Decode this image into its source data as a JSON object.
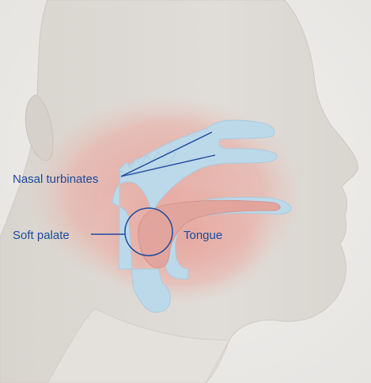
{
  "labels": {
    "nasal_turbinates": "Nasal turbinates",
    "soft_palate": "Soft palate",
    "tongue": "Tongue"
  },
  "colors": {
    "label_text": "#1a4a9c",
    "airway": "#bcd9ea",
    "tissue": "#e3a9a2",
    "head": "#ddd9d3",
    "background": "#ecebe8",
    "leader_line": "#1f4aa0"
  },
  "figure": {
    "subject": "man-profile-airway-cross-section"
  }
}
